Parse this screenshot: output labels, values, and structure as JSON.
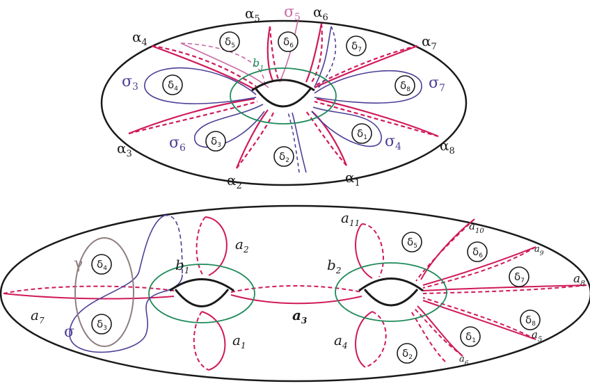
{
  "colors": {
    "black": "#1a1a1a",
    "red": "#d0195a",
    "purple": "#4b3f96",
    "green": "#1e8a5a",
    "pink": "#c96aa6",
    "taupe": "#8e7e7e"
  },
  "top": {
    "alphas": [
      {
        "base": "α",
        "sub": "1"
      },
      {
        "base": "α",
        "sub": "2"
      },
      {
        "base": "α",
        "sub": "3"
      },
      {
        "base": "α",
        "sub": "4"
      },
      {
        "base": "α",
        "sub": "5"
      },
      {
        "base": "α",
        "sub": "6"
      },
      {
        "base": "α",
        "sub": "7"
      },
      {
        "base": "α",
        "sub": "8"
      }
    ],
    "sigmas": [
      {
        "base": "σ",
        "sub": "3"
      },
      {
        "base": "σ",
        "sub": "4"
      },
      {
        "base": "σ",
        "sub": "5"
      },
      {
        "base": "σ",
        "sub": "6"
      },
      {
        "base": "σ",
        "sub": "7"
      }
    ],
    "b": {
      "base": "b",
      "sub": "1"
    },
    "deltas": [
      {
        "base": "δ",
        "sub": "1"
      },
      {
        "base": "δ",
        "sub": "2"
      },
      {
        "base": "δ",
        "sub": "3"
      },
      {
        "base": "δ",
        "sub": "4"
      },
      {
        "base": "δ",
        "sub": "5"
      },
      {
        "base": "δ",
        "sub": "6"
      },
      {
        "base": "δ",
        "sub": "7"
      },
      {
        "base": "δ",
        "sub": "8"
      }
    ]
  },
  "bottom": {
    "a_labels": [
      {
        "base": "a",
        "sub": "1"
      },
      {
        "base": "a",
        "sub": "2"
      },
      {
        "base": "a",
        "sub": "3"
      },
      {
        "base": "a",
        "sub": "4"
      },
      {
        "base": "a",
        "sub": "5"
      },
      {
        "base": "a",
        "sub": "6"
      },
      {
        "base": "a",
        "sub": "7"
      },
      {
        "base": "a",
        "sub": "8"
      },
      {
        "base": "a",
        "sub": "9"
      },
      {
        "base": "a",
        "sub": "10"
      },
      {
        "base": "a",
        "sub": "11"
      }
    ],
    "b_labels": [
      {
        "base": "b",
        "sub": "1"
      },
      {
        "base": "b",
        "sub": "2"
      }
    ],
    "gamma": "γ",
    "sigma": "σ",
    "deltas": [
      {
        "base": "δ",
        "sub": "1"
      },
      {
        "base": "δ",
        "sub": "2"
      },
      {
        "base": "δ",
        "sub": "3"
      },
      {
        "base": "δ",
        "sub": "4"
      },
      {
        "base": "δ",
        "sub": "5"
      },
      {
        "base": "δ",
        "sub": "6"
      },
      {
        "base": "δ",
        "sub": "7"
      },
      {
        "base": "δ",
        "sub": "8"
      }
    ]
  }
}
